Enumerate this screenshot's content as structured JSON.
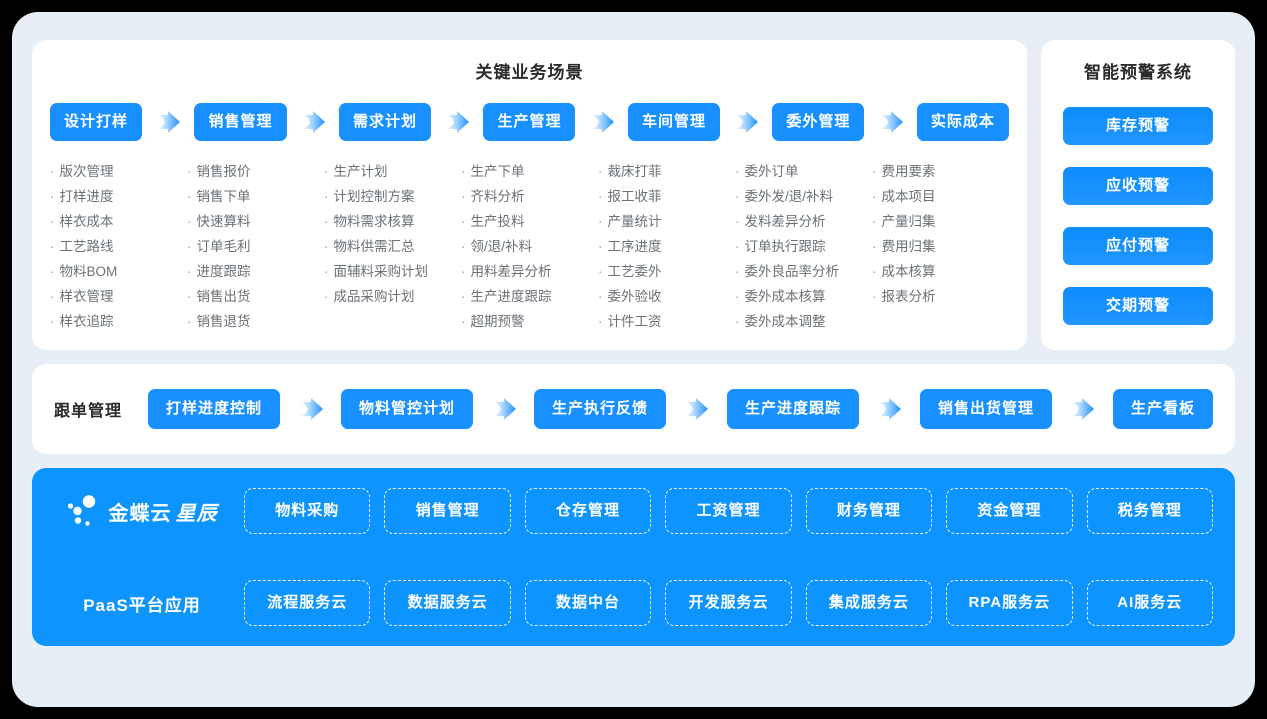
{
  "colors": {
    "page_background": "#000000",
    "card_background": "#e7eef6",
    "panel_background": "#ffffff",
    "accent_blue": "#1890ff",
    "platform_blue": "#0d94ff",
    "text_dark": "#2b2b2b",
    "text_muted": "#6b7177"
  },
  "scenarios": {
    "title": "关键业务场景",
    "columns": [
      {
        "pill": "设计打样",
        "items": [
          "版次管理",
          "打样进度",
          "样衣成本",
          "工艺路线",
          "物料BOM",
          "样衣管理",
          "样衣追踪"
        ]
      },
      {
        "pill": "销售管理",
        "items": [
          "销售报价",
          "销售下单",
          "快速算料",
          "订单毛利",
          "进度跟踪",
          "销售出货",
          "销售退货"
        ]
      },
      {
        "pill": "需求计划",
        "items": [
          "生产计划",
          "计划控制方案",
          "物料需求核算",
          "物料供需汇总",
          "面辅料采购计划",
          "成品采购计划"
        ]
      },
      {
        "pill": "生产管理",
        "items": [
          "生产下单",
          "齐料分析",
          "生产投料",
          "领/退/补料",
          "用料差异分析",
          "生产进度跟踪",
          "超期预警"
        ]
      },
      {
        "pill": "车间管理",
        "items": [
          "裁床打菲",
          "报工收菲",
          "产量统计",
          "工序进度",
          "工艺委外",
          "委外验收",
          "计件工资"
        ]
      },
      {
        "pill": "委外管理",
        "items": [
          "委外订单",
          "委外发/退/补料",
          "发料差异分析",
          "订单执行跟踪",
          "委外良品率分析",
          "委外成本核算",
          "委外成本调整"
        ]
      },
      {
        "pill": "实际成本",
        "items": [
          "费用要素",
          "成本项目",
          "产量归集",
          "费用归集",
          "成本核算",
          "报表分析"
        ]
      }
    ]
  },
  "alerts": {
    "title": "智能预警系统",
    "buttons": [
      "库存预警",
      "应收预警",
      "应付预警",
      "交期预警"
    ]
  },
  "tracking": {
    "label": "跟单管理",
    "steps": [
      "打样进度控制",
      "物料管控计划",
      "生产执行反馈",
      "生产进度跟踪",
      "销售出货管理",
      "生产看板"
    ]
  },
  "platform": {
    "brand_name": "金蝶云",
    "brand_sub": "星辰",
    "paas_label": "PaaS平台应用",
    "apps_row": [
      "物料采购",
      "销售管理",
      "仓存管理",
      "工资管理",
      "财务管理",
      "资金管理",
      "税务管理"
    ],
    "services_row": [
      "流程服务云",
      "数据服务云",
      "数据中台",
      "开发服务云",
      "集成服务云",
      "RPA服务云",
      "AI服务云"
    ]
  }
}
